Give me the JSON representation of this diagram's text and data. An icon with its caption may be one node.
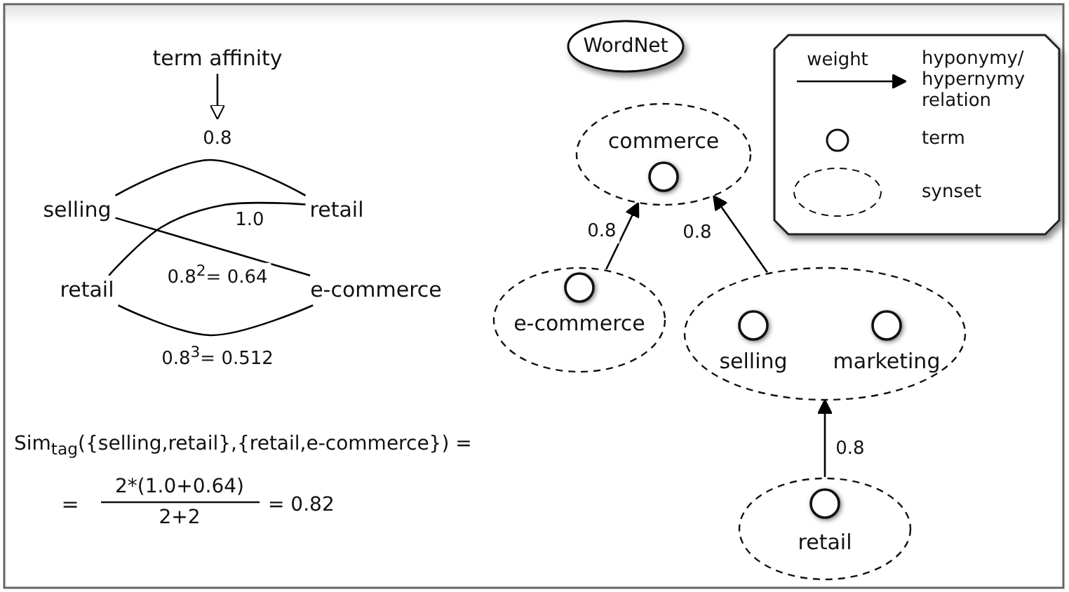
{
  "diagram": {
    "nodes": [
      {
        "text": [
          "term affinity"
        ]
      },
      {
        "text": [
          "WordNet"
        ]
      },
      {
        "text": [
          "selling"
        ]
      },
      {
        "text": [
          "retail"
        ]
      },
      {
        "text": [
          "retail"
        ]
      },
      {
        "text": [
          "e-commerce"
        ]
      },
      {
        "text": [],
        "shape": "ellipse"
      },
      {
        "text": [],
        "shape": "circle",
        "in": 6,
        "beside": [
          "commerce"
        ]
      },
      {
        "text": [],
        "shape": "ellipse"
      },
      {
        "text": [],
        "shape": "circle",
        "in": 8,
        "beside": [
          "e-commerce"
        ]
      },
      {
        "text": [],
        "shape": "ellipse"
      },
      {
        "text": [],
        "shape": "circle",
        "in": 10,
        "beside": [
          "selling"
        ]
      },
      {
        "text": [],
        "shape": "circle",
        "in": 10,
        "beside": [
          "marketing"
        ]
      },
      {
        "text": [],
        "shape": "ellipse"
      },
      {
        "text": [],
        "shape": "circle",
        "in": 13,
        "beside": [
          "retail"
        ]
      }
    ],
    "edges": [
      {
        "from": 0,
        "to": null,
        "arrow": "to"
      },
      {
        "from": 2,
        "to": 3,
        "label": "0.8",
        "arrow": "none"
      },
      {
        "from": 4,
        "to": 3,
        "label": "1.0",
        "arrow": "none"
      },
      {
        "from": 2,
        "to": 5,
        "label": "0.8$^{2}$= 0.64",
        "arrow": "none"
      },
      {
        "from": 4,
        "to": 5,
        "label": "0.8$^{3}$= 0.512",
        "arrow": "none"
      },
      {
        "from": 8,
        "to": 6,
        "label": "0.8",
        "arrow": "to"
      },
      {
        "from": 10,
        "to": 6,
        "label": "0.8",
        "arrow": "to"
      },
      {
        "from": 13,
        "to": 10,
        "label": "0.8",
        "arrow": "to"
      }
    ],
    "labels": [
      "weight",
      "Sim$_{tag}$({selling,retail},{retail,e-commerce}) =",
      "=",
      "2*(1.0+0.64)",
      "2+2",
      "= 0.82"
    ],
    "legend": [
      {
        "text": "hyponymy/ hypernymy relation"
      },
      {
        "text": "term"
      },
      {
        "text": "synset"
      }
    ]
  }
}
